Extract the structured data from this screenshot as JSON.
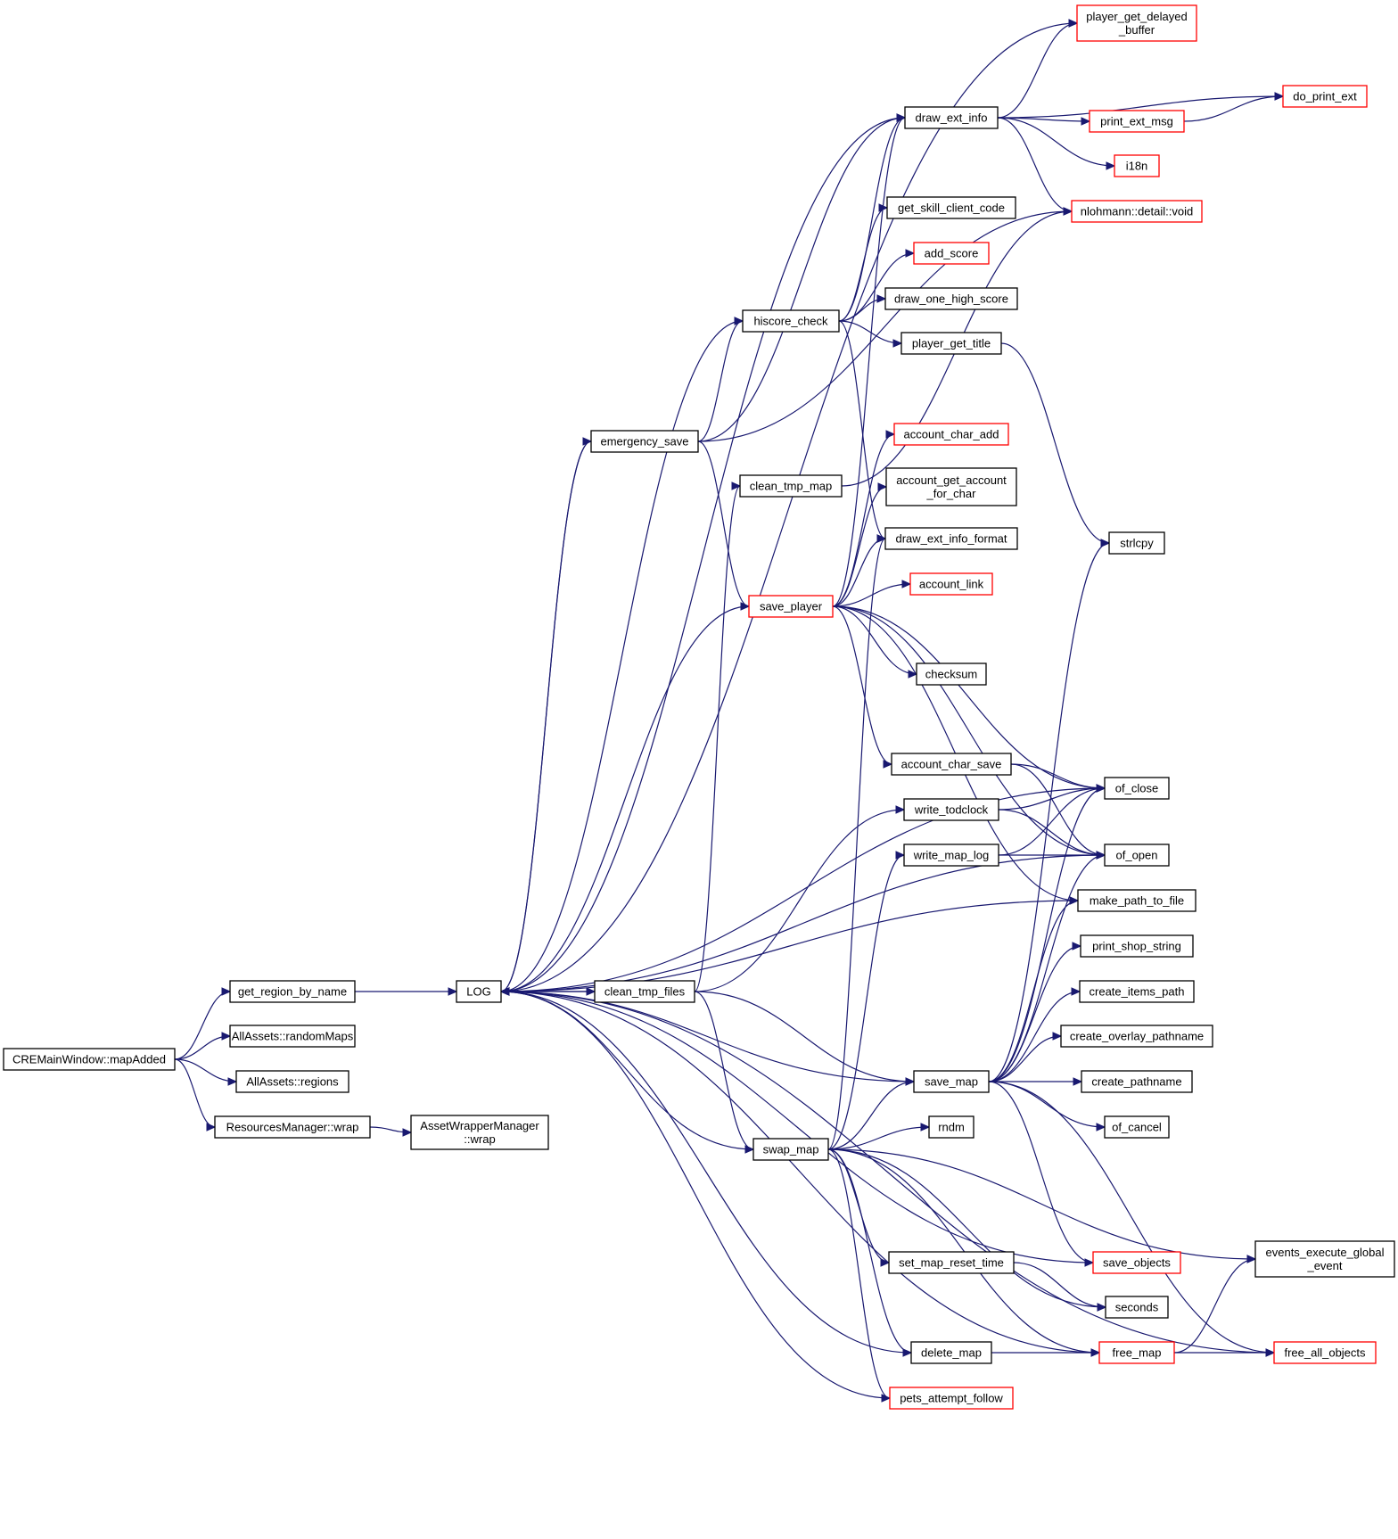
{
  "colors": {
    "edge": "#191970",
    "node_border_plain": "#000000",
    "node_border_truncated": "#ff0000",
    "root_fill": "#bfbfbf",
    "node_fill": "#ffffff"
  },
  "nodes": [
    {
      "id": "root",
      "lines": [
        "CREMainWindow::mapAdded"
      ],
      "style": "root"
    },
    {
      "id": "get_region_by_name",
      "lines": [
        "get_region_by_name"
      ],
      "style": "plain"
    },
    {
      "id": "randomMaps",
      "lines": [
        "AllAssets::randomMaps"
      ],
      "style": "plain"
    },
    {
      "id": "regions",
      "lines": [
        "AllAssets::regions"
      ],
      "style": "plain"
    },
    {
      "id": "rm_wrap",
      "lines": [
        "ResourcesManager::wrap"
      ],
      "style": "plain"
    },
    {
      "id": "awm_wrap",
      "lines": [
        "AssetWrapperManager",
        "::wrap"
      ],
      "style": "plain"
    },
    {
      "id": "LOG",
      "lines": [
        "LOG"
      ],
      "style": "plain"
    },
    {
      "id": "clean_tmp_files",
      "lines": [
        "clean_tmp_files"
      ],
      "style": "plain"
    },
    {
      "id": "emergency_save",
      "lines": [
        "emergency_save"
      ],
      "style": "plain"
    },
    {
      "id": "clean_tmp_map",
      "lines": [
        "clean_tmp_map"
      ],
      "style": "plain"
    },
    {
      "id": "hiscore_check",
      "lines": [
        "hiscore_check"
      ],
      "style": "plain"
    },
    {
      "id": "save_player",
      "lines": [
        "save_player"
      ],
      "style": "truncated"
    },
    {
      "id": "swap_map",
      "lines": [
        "swap_map"
      ],
      "style": "plain"
    },
    {
      "id": "draw_ext_info",
      "lines": [
        "draw_ext_info"
      ],
      "style": "plain"
    },
    {
      "id": "get_skill_client_code",
      "lines": [
        "get_skill_client_code"
      ],
      "style": "plain"
    },
    {
      "id": "add_score",
      "lines": [
        "add_score"
      ],
      "style": "truncated"
    },
    {
      "id": "draw_one_high_score",
      "lines": [
        "draw_one_high_score"
      ],
      "style": "plain"
    },
    {
      "id": "player_get_title",
      "lines": [
        "player_get_title"
      ],
      "style": "plain"
    },
    {
      "id": "account_char_add",
      "lines": [
        "account_char_add"
      ],
      "style": "truncated"
    },
    {
      "id": "account_get_account_for_char",
      "lines": [
        "account_get_account",
        "_for_char"
      ],
      "style": "plain"
    },
    {
      "id": "draw_ext_info_format",
      "lines": [
        "draw_ext_info_format"
      ],
      "style": "plain"
    },
    {
      "id": "account_link",
      "lines": [
        "account_link"
      ],
      "style": "truncated"
    },
    {
      "id": "checksum",
      "lines": [
        "checksum"
      ],
      "style": "plain"
    },
    {
      "id": "account_char_save",
      "lines": [
        "account_char_save"
      ],
      "style": "plain"
    },
    {
      "id": "write_todclock",
      "lines": [
        "write_todclock"
      ],
      "style": "plain"
    },
    {
      "id": "write_map_log",
      "lines": [
        "write_map_log"
      ],
      "style": "plain"
    },
    {
      "id": "save_map",
      "lines": [
        "save_map"
      ],
      "style": "plain"
    },
    {
      "id": "rndm",
      "lines": [
        "rndm"
      ],
      "style": "plain"
    },
    {
      "id": "set_map_reset_time",
      "lines": [
        "set_map_reset_time"
      ],
      "style": "plain"
    },
    {
      "id": "delete_map",
      "lines": [
        "delete_map"
      ],
      "style": "plain"
    },
    {
      "id": "pets_attempt_follow",
      "lines": [
        "pets_attempt_follow"
      ],
      "style": "truncated"
    },
    {
      "id": "player_get_delayed_buffer",
      "lines": [
        "player_get_delayed",
        "_buffer"
      ],
      "style": "truncated"
    },
    {
      "id": "print_ext_msg",
      "lines": [
        "print_ext_msg"
      ],
      "style": "truncated"
    },
    {
      "id": "i18n",
      "lines": [
        "i18n"
      ],
      "style": "truncated"
    },
    {
      "id": "nlohmann_void",
      "lines": [
        "nlohmann::detail::void"
      ],
      "style": "truncated"
    },
    {
      "id": "strlcpy",
      "lines": [
        "strlcpy"
      ],
      "style": "plain"
    },
    {
      "id": "of_close",
      "lines": [
        "of_close"
      ],
      "style": "plain"
    },
    {
      "id": "of_open",
      "lines": [
        "of_open"
      ],
      "style": "plain"
    },
    {
      "id": "make_path_to_file",
      "lines": [
        "make_path_to_file"
      ],
      "style": "plain"
    },
    {
      "id": "print_shop_string",
      "lines": [
        "print_shop_string"
      ],
      "style": "plain"
    },
    {
      "id": "create_items_path",
      "lines": [
        "create_items_path"
      ],
      "style": "plain"
    },
    {
      "id": "create_overlay_pathname",
      "lines": [
        "create_overlay_pathname"
      ],
      "style": "plain"
    },
    {
      "id": "create_pathname",
      "lines": [
        "create_pathname"
      ],
      "style": "plain"
    },
    {
      "id": "of_cancel",
      "lines": [
        "of_cancel"
      ],
      "style": "plain"
    },
    {
      "id": "save_objects",
      "lines": [
        "save_objects"
      ],
      "style": "truncated"
    },
    {
      "id": "seconds",
      "lines": [
        "seconds"
      ],
      "style": "plain"
    },
    {
      "id": "free_map",
      "lines": [
        "free_map"
      ],
      "style": "truncated"
    },
    {
      "id": "do_print_ext",
      "lines": [
        "do_print_ext"
      ],
      "style": "truncated"
    },
    {
      "id": "events_execute_global_event",
      "lines": [
        "events_execute_global",
        "_event"
      ],
      "style": "plain"
    },
    {
      "id": "free_all_objects",
      "lines": [
        "free_all_objects"
      ],
      "style": "truncated"
    }
  ],
  "edges": [
    [
      "root",
      "get_region_by_name"
    ],
    [
      "root",
      "randomMaps"
    ],
    [
      "root",
      "regions"
    ],
    [
      "root",
      "rm_wrap"
    ],
    [
      "get_region_by_name",
      "LOG"
    ],
    [
      "rm_wrap",
      "awm_wrap"
    ],
    [
      "LOG",
      "clean_tmp_files"
    ],
    [
      "LOG",
      "emergency_save"
    ],
    [
      "LOG",
      "hiscore_check"
    ],
    [
      "LOG",
      "draw_ext_info"
    ],
    [
      "LOG",
      "player_get_delayed_buffer"
    ],
    [
      "clean_tmp_files",
      "LOG"
    ],
    [
      "clean_tmp_files",
      "clean_tmp_map"
    ],
    [
      "clean_tmp_files",
      "write_todclock"
    ],
    [
      "clean_tmp_files",
      "save_map"
    ],
    [
      "clean_tmp_files",
      "swap_map"
    ],
    [
      "emergency_save",
      "LOG"
    ],
    [
      "emergency_save",
      "hiscore_check"
    ],
    [
      "emergency_save",
      "draw_ext_info"
    ],
    [
      "emergency_save",
      "nlohmann_void"
    ],
    [
      "emergency_save",
      "save_player"
    ],
    [
      "clean_tmp_map",
      "nlohmann_void"
    ],
    [
      "hiscore_check",
      "draw_ext_info"
    ],
    [
      "hiscore_check",
      "get_skill_client_code"
    ],
    [
      "hiscore_check",
      "add_score"
    ],
    [
      "hiscore_check",
      "draw_one_high_score"
    ],
    [
      "hiscore_check",
      "player_get_title"
    ],
    [
      "hiscore_check",
      "draw_ext_info_format"
    ],
    [
      "save_player",
      "LOG"
    ],
    [
      "save_player",
      "draw_ext_info"
    ],
    [
      "save_player",
      "account_char_add"
    ],
    [
      "save_player",
      "account_get_account_for_char"
    ],
    [
      "save_player",
      "draw_ext_info_format"
    ],
    [
      "save_player",
      "account_link"
    ],
    [
      "save_player",
      "checksum"
    ],
    [
      "save_player",
      "account_char_save"
    ],
    [
      "save_player",
      "of_close"
    ],
    [
      "save_player",
      "of_open"
    ],
    [
      "save_player",
      "make_path_to_file"
    ],
    [
      "swap_map",
      "LOG"
    ],
    [
      "swap_map",
      "draw_ext_info_format"
    ],
    [
      "swap_map",
      "write_map_log"
    ],
    [
      "swap_map",
      "save_map"
    ],
    [
      "swap_map",
      "rndm"
    ],
    [
      "swap_map",
      "set_map_reset_time"
    ],
    [
      "swap_map",
      "delete_map"
    ],
    [
      "swap_map",
      "pets_attempt_follow"
    ],
    [
      "swap_map",
      "seconds"
    ],
    [
      "swap_map",
      "free_map"
    ],
    [
      "swap_map",
      "events_execute_global_event"
    ],
    [
      "draw_ext_info",
      "player_get_delayed_buffer"
    ],
    [
      "draw_ext_info",
      "do_print_ext"
    ],
    [
      "draw_ext_info",
      "print_ext_msg"
    ],
    [
      "draw_ext_info",
      "i18n"
    ],
    [
      "draw_ext_info",
      "nlohmann_void"
    ],
    [
      "print_ext_msg",
      "do_print_ext"
    ],
    [
      "player_get_title",
      "strlcpy"
    ],
    [
      "account_char_save",
      "of_close"
    ],
    [
      "account_char_save",
      "of_open"
    ],
    [
      "write_todclock",
      "of_close"
    ],
    [
      "write_todclock",
      "of_open"
    ],
    [
      "write_map_log",
      "of_close"
    ],
    [
      "write_map_log",
      "of_open"
    ],
    [
      "save_map",
      "LOG"
    ],
    [
      "save_map",
      "strlcpy"
    ],
    [
      "save_map",
      "of_close"
    ],
    [
      "save_map",
      "of_open"
    ],
    [
      "save_map",
      "make_path_to_file"
    ],
    [
      "save_map",
      "print_shop_string"
    ],
    [
      "save_map",
      "create_items_path"
    ],
    [
      "save_map",
      "create_overlay_pathname"
    ],
    [
      "save_map",
      "create_pathname"
    ],
    [
      "save_map",
      "of_cancel"
    ],
    [
      "save_map",
      "save_objects"
    ],
    [
      "save_map",
      "free_all_objects"
    ],
    [
      "make_path_to_file",
      "LOG"
    ],
    [
      "of_close",
      "LOG"
    ],
    [
      "of_open",
      "LOG"
    ],
    [
      "save_objects",
      "LOG"
    ],
    [
      "set_map_reset_time",
      "seconds"
    ],
    [
      "delete_map",
      "LOG"
    ],
    [
      "delete_map",
      "free_map"
    ],
    [
      "pets_attempt_follow",
      "LOG"
    ],
    [
      "free_map",
      "LOG"
    ],
    [
      "free_map",
      "events_execute_global_event"
    ],
    [
      "free_map",
      "free_all_objects"
    ],
    [
      "free_all_objects",
      "LOG"
    ]
  ]
}
